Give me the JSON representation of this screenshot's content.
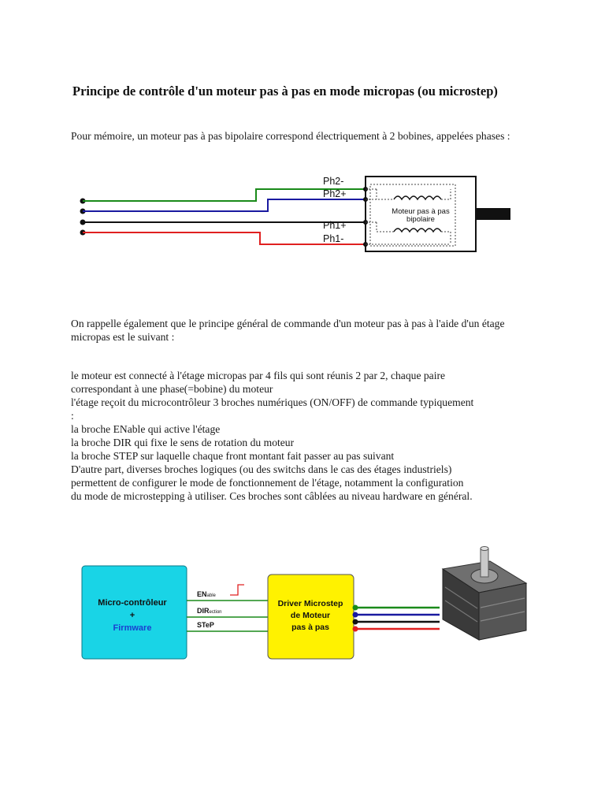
{
  "document": {
    "title": "Principe de contrôle d'un moteur pas à pas en mode micropas (ou microstep)",
    "intro": "Pour mémoire, un moteur pas à pas bipolaire correspond électriquement à 2 bobines, appelées phases :",
    "reminder": "On rappelle également que le principe général de commande d'un moteur pas à pas à l'aide d'un étage micropas est le suivant :",
    "lines": [
      "le moteur est connecté à l'étage micropas par 4 fils qui sont réunis 2 par 2, chaque paire",
      "correspondant à une phase(=bobine) du moteur",
      "l'étage reçoit du microcontrôleur 3 broches numériques (ON/OFF) de commande typiquement",
      ":",
      "la broche ENable qui active l'étage",
      "la broche DIR qui fixe le sens de rotation du moteur",
      "la broche STEP sur laquelle chaque front montant fait passer au pas suivant",
      "D'autre part, diverses broches logiques (ou des switchs dans le cas des étages industriels)",
      "permettent de configurer le mode de fonctionnement de l'étage, notamment la configuration",
      "du mode de microstepping à utiliser. Ces broches sont câblées au niveau hardware en général."
    ]
  },
  "motor_diagram": {
    "labels": [
      "Ph2-",
      "Ph2+",
      "Ph1+",
      "Ph1-"
    ],
    "motor_text_line1": "Moteur pas à pas",
    "motor_text_line2": "bipolaire",
    "wire_colors": [
      "#1a8a1a",
      "#1a1aa0",
      "#111111",
      "#e02020"
    ]
  },
  "block_diagram": {
    "controller_line1": "Micro-contrôleur",
    "controller_line2": "+",
    "controller_line3": "Firmware",
    "driver_line1": "Driver Microstep",
    "driver_line2": "de Moteur",
    "driver_line3": "pas à pas",
    "signal_enable_big": "EN",
    "signal_enable_small": "able",
    "signal_dir_big": "DIR",
    "signal_dir_small": "ection",
    "signal_step": "STeP",
    "colors": {
      "controller_fill": "#19d4e6",
      "driver_fill": "#fff200",
      "firmware_text": "#1a3fd0"
    }
  }
}
